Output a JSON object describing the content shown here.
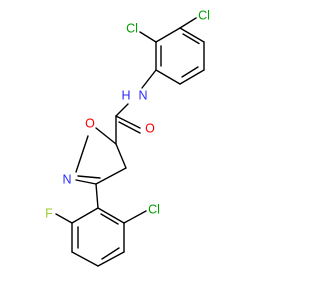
{
  "molecule": {
    "atoms": {
      "cl_top": "Cl",
      "cl_upper": "Cl",
      "nh": "N",
      "nh_h": "H",
      "o_carbonyl": "O",
      "o_ring": "O",
      "n_ring": "N",
      "f": "F",
      "cl_lower": "Cl"
    },
    "colors": {
      "bond": "#000000",
      "chlorine": "#00a000",
      "nitrogen": "#2a2aff",
      "oxygen": "#ff0000",
      "fluorine": "#9acd32",
      "carbon": "#000000"
    }
  }
}
